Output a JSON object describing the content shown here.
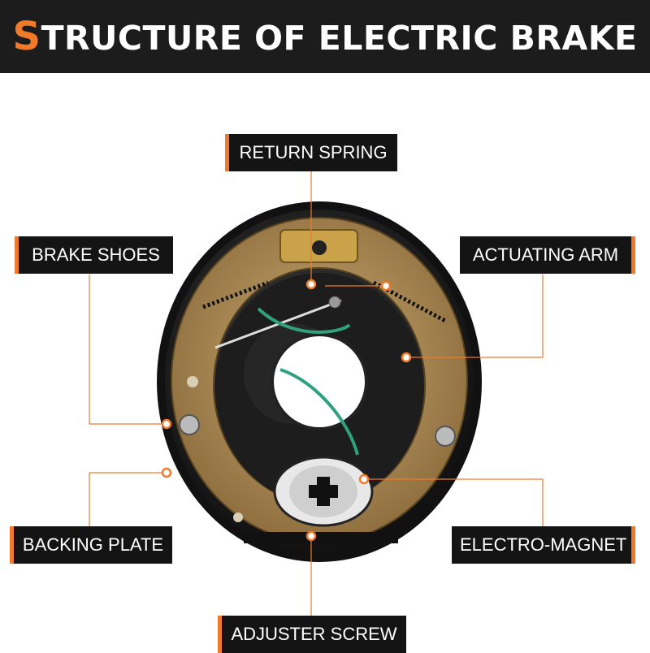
{
  "header": {
    "title_first_letter": "S",
    "title_rest": "TRUCTURE OF ELECTRIC BRAKE",
    "accent_color": "#f07a2a"
  },
  "labels": {
    "return_spring": "RETURN SPRING",
    "brake_shoes": "BRAKE SHOES",
    "actuating_arm": "ACTUATING ARM",
    "backing_plate": "BACKING PLATE",
    "electro_magnet": "ELECTRO-MAGNET",
    "adjuster_screw": "ADJUSTER SCREW"
  }
}
